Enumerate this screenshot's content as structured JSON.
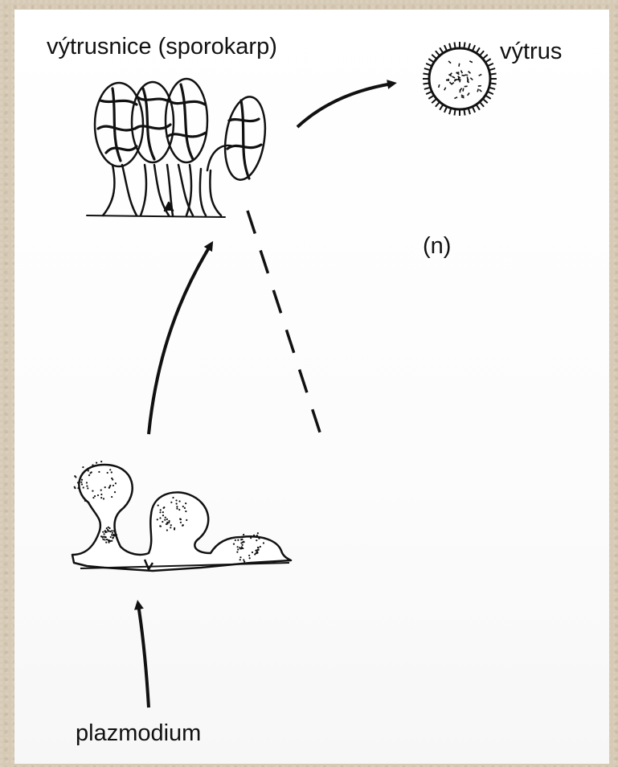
{
  "labels": {
    "sporangium": "výtrusnice (sporokarp)",
    "spore": "výtrus",
    "ploidy": "(n)",
    "plasmodium": "plazmodium"
  },
  "colors": {
    "background": "#d6cab5",
    "paper": "#ffffff",
    "ink": "#111111"
  }
}
